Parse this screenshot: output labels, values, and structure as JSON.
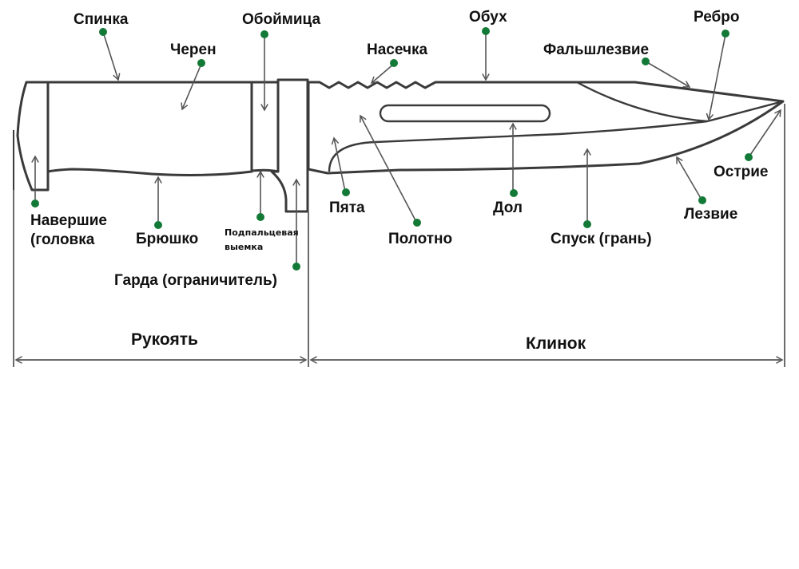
{
  "colors": {
    "handle_grip": "#abd26f",
    "bolster": "#a9640d",
    "blade": "#e9ebf2",
    "dot": "#127a36",
    "outline": "#3a3a3a"
  },
  "labels": {
    "spinka": "Спинка",
    "cheren": "Черен",
    "oboymitsa": "Обоймица",
    "nasechka": "Насечка",
    "obukh": "Обух",
    "falshlezvie": "Фальшлезвие",
    "rebro": "Ребро",
    "ostrie": "Острие",
    "lezvie": "Лезвие",
    "spusk": "Спуск (грань)",
    "dol": "Дол",
    "polotno": "Полотно",
    "pyata": "Пята",
    "navershie_line1": "Навершие",
    "navershie_line2": "(головка",
    "bryushko": "Брюшко",
    "podpaltsevaya_line1": "Подпальцевая",
    "podpaltsevaya_line2": "выемка",
    "garda": "Гарда (ограничитель)"
  },
  "sections": {
    "handle": "Рукоять",
    "blade": "Клинок"
  }
}
